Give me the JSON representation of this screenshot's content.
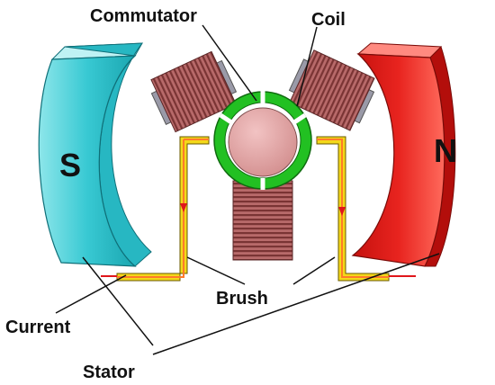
{
  "labels": {
    "commutator": "Commutator",
    "coil": "Coil",
    "brush": "Brush",
    "current": "Current",
    "stator": "Stator"
  },
  "poles": {
    "south": "S",
    "north": "N"
  },
  "colors": {
    "south_pole": "#38c9d3",
    "north_pole": "#e8241f",
    "commutator_ring": "#22c022",
    "rotor_core": "#e3a3a3",
    "coil": "#9a4a4a",
    "coil_core": "#9a9aa8",
    "brush_yellow": "#f3d81a",
    "brush_orange": "#ff7a2a",
    "current_line": "#e0161b"
  }
}
